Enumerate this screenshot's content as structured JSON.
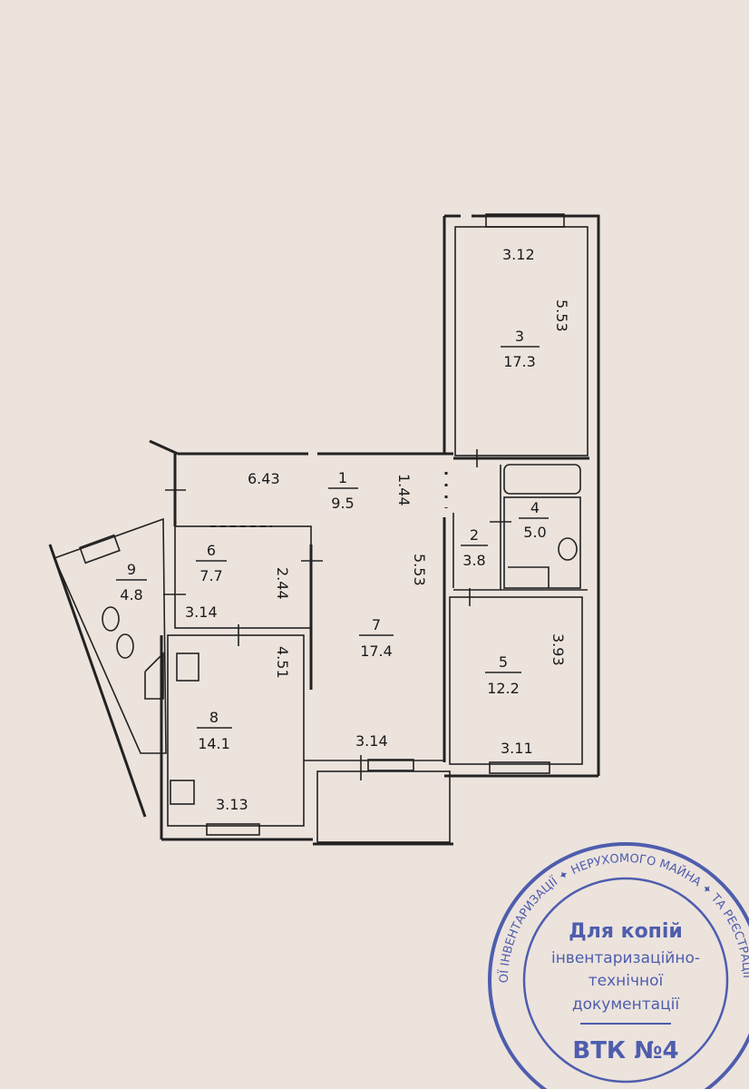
{
  "rooms": [
    {
      "number": "1",
      "area": "9.5"
    },
    {
      "number": "2",
      "area": "3.8"
    },
    {
      "number": "3",
      "area": "17.3"
    },
    {
      "number": "4",
      "area": "5.0"
    },
    {
      "number": "5",
      "area": "12.2"
    },
    {
      "number": "6",
      "area": "7.7"
    },
    {
      "number": "7",
      "area": "17.4"
    },
    {
      "number": "8",
      "area": "14.1"
    },
    {
      "number": "9",
      "area": "4.8"
    }
  ],
  "dimensions": {
    "room3_width": "3.12",
    "room3_length": "5.53",
    "room1_length": "6.43",
    "room1_width": "1.44",
    "room7_length": "5.53",
    "room6_width": "3.14",
    "room6_length": "2.44",
    "room8_length": "4.51",
    "room7_width": "3.14",
    "room8_width": "3.13",
    "room5_length": "3.93",
    "room5_width": "3.11"
  },
  "stamp": {
    "line1": "Для копій",
    "line2": "інвентаризаційно-",
    "line3": "технічної",
    "line4": "документації",
    "line5": "ВТК №4",
    "ring_text": "УКРАЇНА ✦ КОМУНАЛЬНЕ ПІДПРИЄМСТВО ✦ БЮРО ТЕХНІЧНОЇ ІНВЕНТАРИЗАЦІЇ ✦ НЕРУХОМОГО МАЙНА ✦ ТА РЕЄСТРАЦІЇ"
  },
  "colors": {
    "paper": "#ece3dd",
    "ink": "#222222",
    "stamp": "#3d4fa8"
  }
}
